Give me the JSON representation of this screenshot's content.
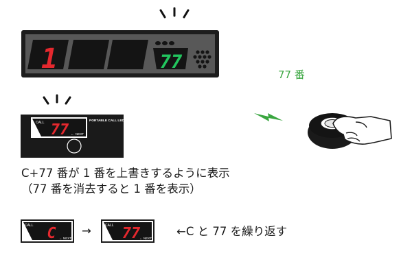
{
  "main_display": {
    "digit_red": "1",
    "digit_green": "77"
  },
  "alert_label": "77 番",
  "portable_unit": {
    "call_label": "CALL",
    "number": "77",
    "next_label": "NEXT",
    "brand_label": "PORTABLE CALL LED"
  },
  "caption_line1": "C+77 番が 1 番を上書きするように表示",
  "caption_line2": "（77 番を消去すると 1 番を表示）",
  "sequence": {
    "panel_a": {
      "call_label": "CALL",
      "value": "C",
      "next_label": "NEXT"
    },
    "arrow": "→",
    "panel_b": {
      "call_label": "CALL",
      "value": "77",
      "next_label": "NEXT"
    },
    "note": "←C と 77 を繰り返す"
  },
  "colors": {
    "red_led": "#e4282e",
    "green_led": "#22c55e",
    "panel_dark": "#222222",
    "signal_green": "#3aa640"
  }
}
